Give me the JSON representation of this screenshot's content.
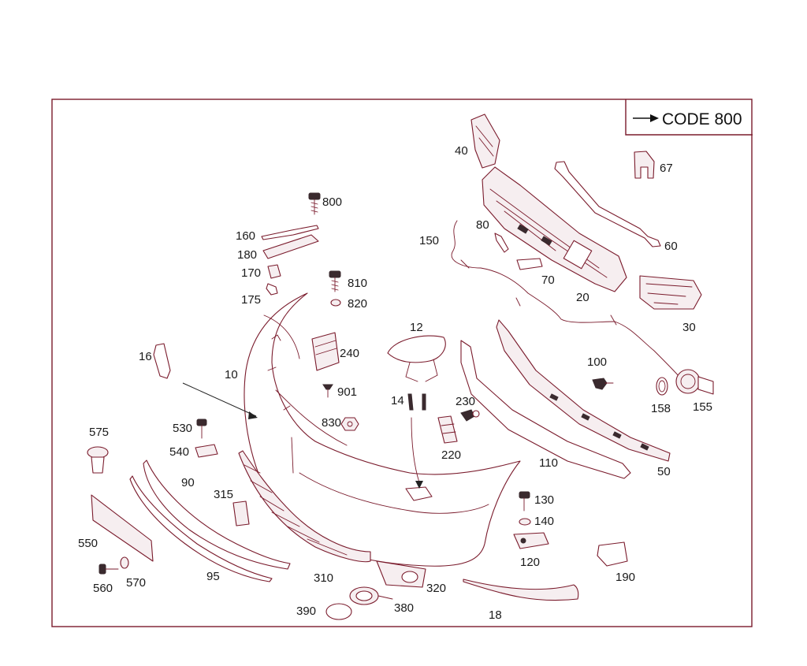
{
  "legend": {
    "code_label": "CODE 800"
  },
  "colors": {
    "line": "#7a1b2c",
    "text": "#1a1a1a",
    "background": "#ffffff"
  },
  "part_numbers": {
    "p10": "10",
    "p12": "12",
    "p14": "14",
    "p16": "16",
    "p18": "18",
    "p20": "20",
    "p30": "30",
    "p40": "40",
    "p50": "50",
    "p60": "60",
    "p67": "67",
    "p70": "70",
    "p80": "80",
    "p90": "90",
    "p95": "95",
    "p100": "100",
    "p110": "110",
    "p120": "120",
    "p130": "130",
    "p140": "140",
    "p150": "150",
    "p155": "155",
    "p158": "158",
    "p160": "160",
    "p170": "170",
    "p175": "175",
    "p180": "180",
    "p190": "190",
    "p220": "220",
    "p230": "230",
    "p240": "240",
    "p310": "310",
    "p315": "315",
    "p320": "320",
    "p380": "380",
    "p390": "390",
    "p530": "530",
    "p540": "540",
    "p550": "550",
    "p560": "560",
    "p570": "570",
    "p575": "575",
    "p800": "800",
    "p810": "810",
    "p820": "820",
    "p830": "830",
    "p901": "901"
  }
}
